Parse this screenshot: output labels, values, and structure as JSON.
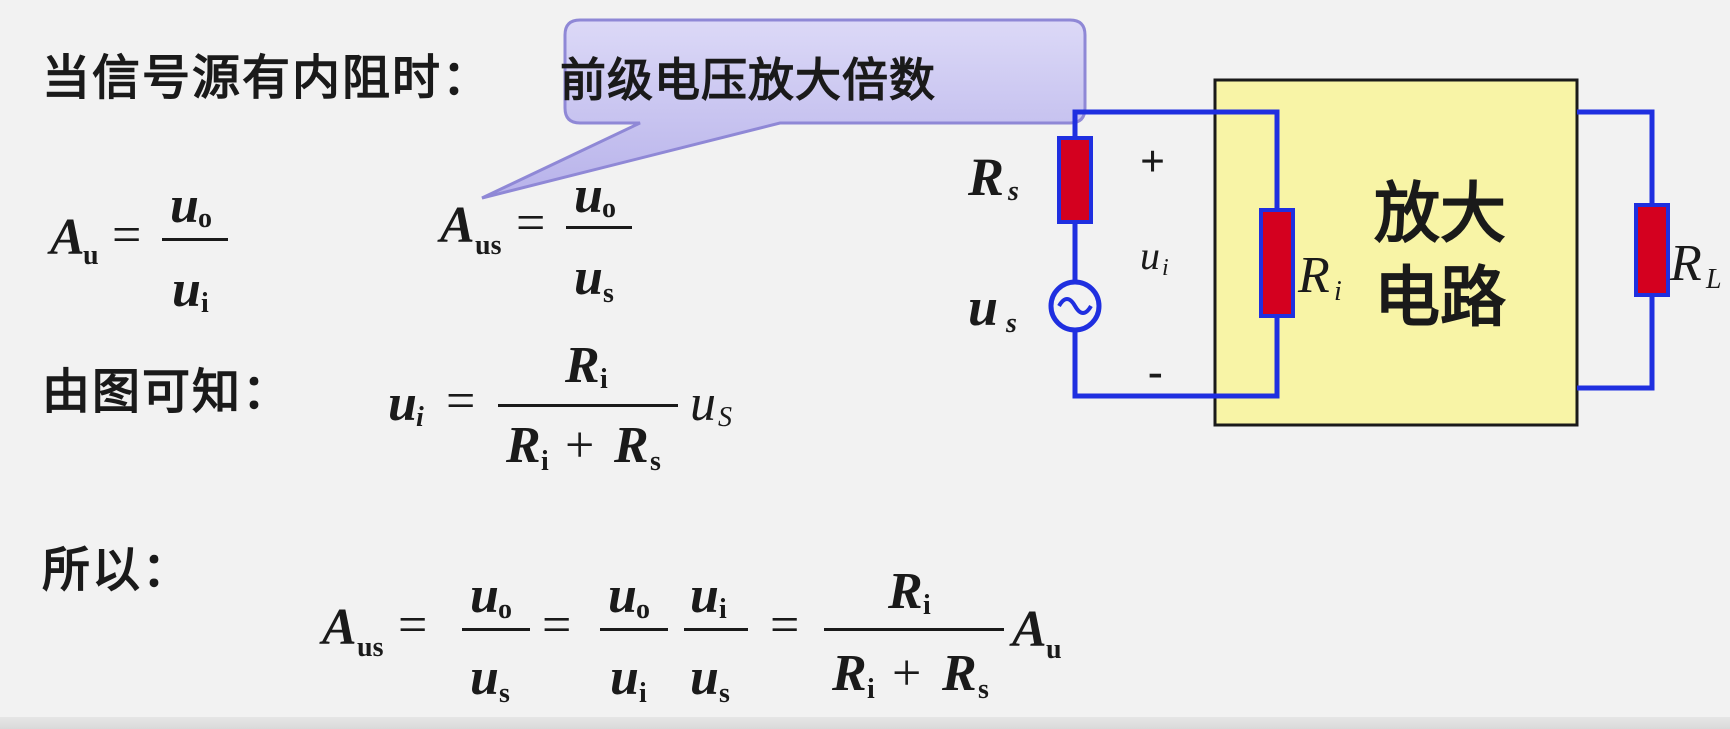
{
  "headings": {
    "source_resistance": "当信号源有内阻时：",
    "from_figure": "由图可知：",
    "therefore": "所以："
  },
  "callout": {
    "text": "前级电压放大倍数"
  },
  "circuit": {
    "amplifier_label_line1": "放大",
    "amplifier_label_line2": "电路",
    "plus_sign": "+",
    "minus_sign": "-",
    "resistor_source": "R",
    "resistor_source_sub": "s",
    "source_voltage": "u",
    "source_voltage_sub": "s",
    "input_voltage": "u",
    "input_voltage_sub": "i",
    "resistor_input": "R",
    "resistor_input_sub": "i",
    "resistor_load": "R",
    "resistor_load_sub": "L"
  },
  "formulas": {
    "A": "A",
    "u": "u",
    "R": "R",
    "sub_u": "u",
    "sub_us": "us",
    "sub_o": "o",
    "sub_i": "i",
    "sub_s": "s",
    "sub_S": "S",
    "eq": "=",
    "plus": "+"
  }
}
